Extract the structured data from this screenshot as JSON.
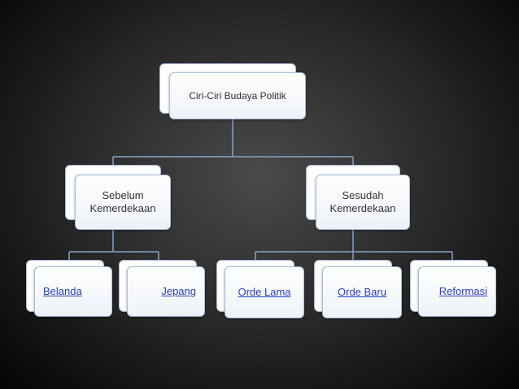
{
  "diagram": {
    "root": {
      "label": "Ciri-Ciri Budaya Politik"
    },
    "branches": [
      {
        "label": "Sebelum\nKemerdekaan",
        "children": [
          "Belanda",
          "Jepang"
        ]
      },
      {
        "label": "Sesudah\nKemerdekaan",
        "children": [
          "Orde Lama",
          "Orde Baru",
          "Reformasi"
        ]
      }
    ],
    "colors": {
      "box_border": "#a9bcd8",
      "connector": "#8aa2c8",
      "link_text": "#2a3fbf",
      "text": "#333333"
    }
  }
}
